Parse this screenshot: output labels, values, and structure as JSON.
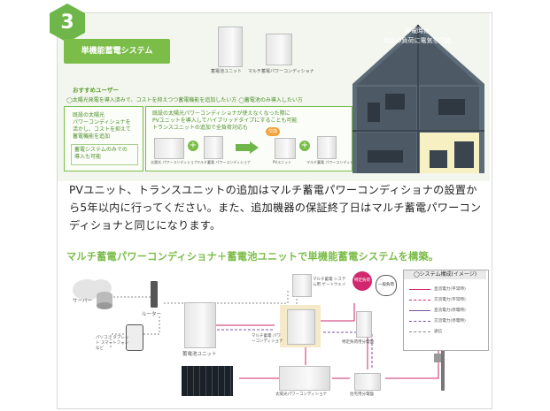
{
  "step_number": "3",
  "system_title": "単機能蓄電システム",
  "top_devices": {
    "storage_unit": "蓄電池ユニット",
    "multi_pcs": "マルチ蓄電パワーコンディショナ"
  },
  "recommended": {
    "label": "おすすめユーザー",
    "options": "◯太陽光発電を導入済みで、コストを抑えつつ蓄電機能を追加したい方 ◯蓄電池のみ導入したい方"
  },
  "left_box": {
    "lines": [
      "既設の太陽光",
      "パワーコンディショナを",
      "活かし、コストを抑えて",
      "蓄電機能を追加"
    ],
    "note_lines": [
      "蓄電システムのみでの",
      "導入も可能"
    ]
  },
  "right_box": {
    "lines": [
      "既設の太陽光パワーコンディショナが使えなくなった際に",
      "PVユニットを導入してハイブリッドタイプにすることも可能",
      "トランスユニットの追加で全負荷対応も"
    ],
    "exchange": "交換",
    "labels": {
      "old_pcs": "太陽光 パワーコンディショナ",
      "multi_pcs": "マルチ蓄電 パワーコンディショナ",
      "pv_unit": "PVユニット",
      "multi_pcs2": "マルチ蓄電 パワーコンディショナ"
    }
  },
  "house": {
    "caption_line1": "停電時は",
    "caption_line2": "特定の負荷に電気を供給"
  },
  "body_text": "PVユニット、トランスユニットの追加はマルチ蓄電パワーコンディショナの設置から5年以内に行ってください。また、追加機器の保証終了日はマルチ蓄電パワーコンディショナと同じになります。",
  "subtitle": "マルチ蓄電パワーコンディショナ＋蓄電池ユニットで単機能蓄電システムを構築。",
  "diagram": {
    "server": "サーバー",
    "router": "ルーター",
    "devices": "パソコン タブレット スマートフォン など",
    "gateway": "マルチ蓄電 システム用 ゲートウェイ",
    "specific_load": "特定負荷",
    "general_load": "一般負荷",
    "storage_unit": "蓄電池ユニット",
    "multi_pcs": "マルチ蓄電 パワーコンディショナ",
    "specific_panel": "特定負荷用分電盤",
    "solar_pcs": "太陽光パワーコンディショナ",
    "house_panel": "住宅用分電盤"
  },
  "legend": {
    "title": "◯システム構成(イメージ)",
    "items": [
      "直流電力(平常時)",
      "交流電力(平常時)",
      "直流電力(停電時)",
      "交流電力(停電時)",
      "通信"
    ],
    "colors": [
      "#d2276e",
      "#d2276e",
      "#7a4fa0",
      "#7a4fa0",
      "#888888"
    ]
  }
}
